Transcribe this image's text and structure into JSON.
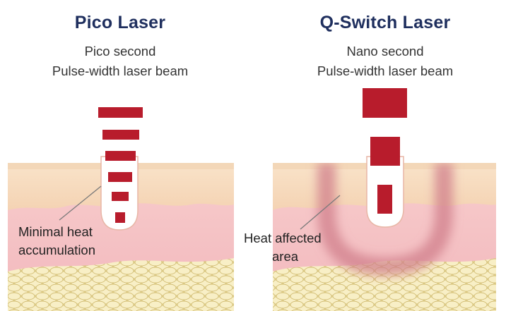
{
  "panels": [
    {
      "title": "Pico Laser",
      "subtitle_line1": "Pico second",
      "subtitle_line2": "Pulse-width laser beam",
      "callout_line1": "Minimal heat",
      "callout_line2": "accumulation"
    },
    {
      "title": "Q-Switch Laser",
      "subtitle_line1": "Nano second",
      "subtitle_line2": "Pulse-width laser beam",
      "callout_line1": "Heat affected",
      "callout_line2": "area"
    }
  ],
  "colors": {
    "title": "#1f2f5e",
    "laser_pulse": "#b81c2c",
    "epidermis": "#f7dcc0",
    "dermis": "#f5c4c6",
    "fat": "#f0e2a6",
    "heat_zone": "#d9848e"
  }
}
